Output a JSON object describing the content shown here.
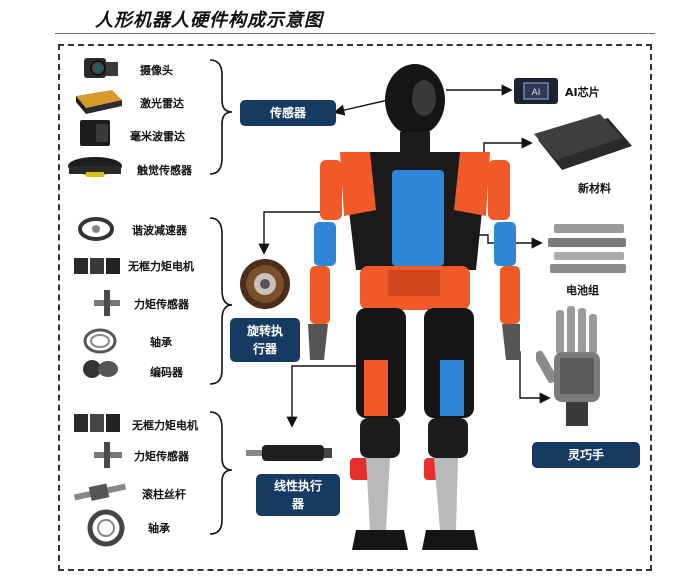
{
  "title": "人形机器人硬件构成示意图",
  "sensor_group": {
    "items": [
      "摄像头",
      "激光雷达",
      "毫米波雷达",
      "触觉传感器"
    ],
    "box_label": "传感器"
  },
  "joint_group": {
    "items": [
      "谐波减速器",
      "无框力矩电机",
      "力矩传感器",
      "轴承",
      "编码器"
    ],
    "box_label_line1": "旋转执",
    "box_label_line2": "行器"
  },
  "linear_group": {
    "items": [
      "无框力矩电机",
      "力矩传感器",
      "滚柱丝杆",
      "轴承"
    ],
    "box_label_line1": "线性执行",
    "box_label_line2": "器"
  },
  "right_parts": {
    "ai_chip": "AI芯片",
    "chip_icon_text": "AI",
    "new_material": "新材料",
    "battery_pack": "电池组",
    "dexterous_hand": "灵巧手"
  },
  "colors": {
    "box_bg": "#173a63",
    "robot_orange": "#f05a28",
    "robot_blue": "#2f86d6",
    "robot_black": "#151515"
  }
}
